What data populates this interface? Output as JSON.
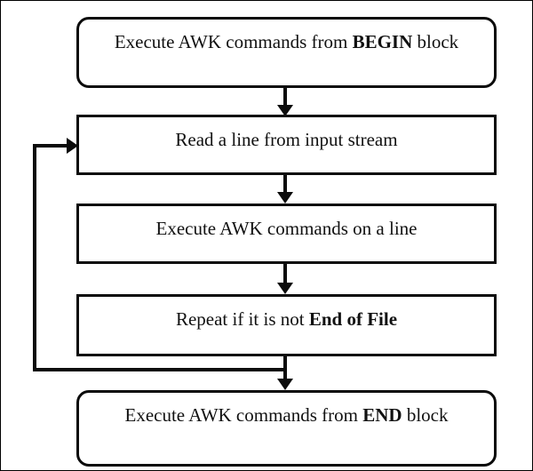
{
  "diagram": {
    "title": "AWK workflow flowchart",
    "colors": {
      "stroke": "#0b0b0b",
      "fill": "#ffffff",
      "text": "#111111",
      "frame": "#000000"
    },
    "nodes": [
      {
        "id": "begin-block",
        "shape": "rounded-rectangle",
        "text_plain": "Execute AWK commands from BEGIN block",
        "text_prefix": "Execute AWK commands from ",
        "text_bold": "BEGIN",
        "text_suffix": " block"
      },
      {
        "id": "read-line",
        "shape": "rectangle",
        "text_plain": "Read a line from input stream"
      },
      {
        "id": "execute-on-line",
        "shape": "rectangle",
        "text_plain": "Execute AWK commands on a line"
      },
      {
        "id": "repeat-check",
        "shape": "rectangle",
        "text_prefix": "Repeat if it is not ",
        "text_bold": "End of File",
        "text_suffix": ""
      },
      {
        "id": "end-block",
        "shape": "rounded-rectangle",
        "text_prefix": "Execute AWK commands from ",
        "text_bold": "END",
        "text_suffix": " block"
      }
    ],
    "edges": [
      {
        "id": "begin-to-read",
        "from": "begin-block",
        "to": "read-line",
        "kind": "straight-down",
        "label": ""
      },
      {
        "id": "read-to-execute",
        "from": "read-line",
        "to": "execute-on-line",
        "kind": "straight-down",
        "label": ""
      },
      {
        "id": "execute-to-repeat",
        "from": "execute-on-line",
        "to": "repeat-check",
        "kind": "straight-down",
        "label": ""
      },
      {
        "id": "repeat-to-end",
        "from": "repeat-check",
        "to": "end-block",
        "kind": "straight-down",
        "label": ""
      },
      {
        "id": "loop-back",
        "from": "repeat-check",
        "to": "read-line",
        "kind": "feedback-left",
        "label": ""
      }
    ]
  }
}
